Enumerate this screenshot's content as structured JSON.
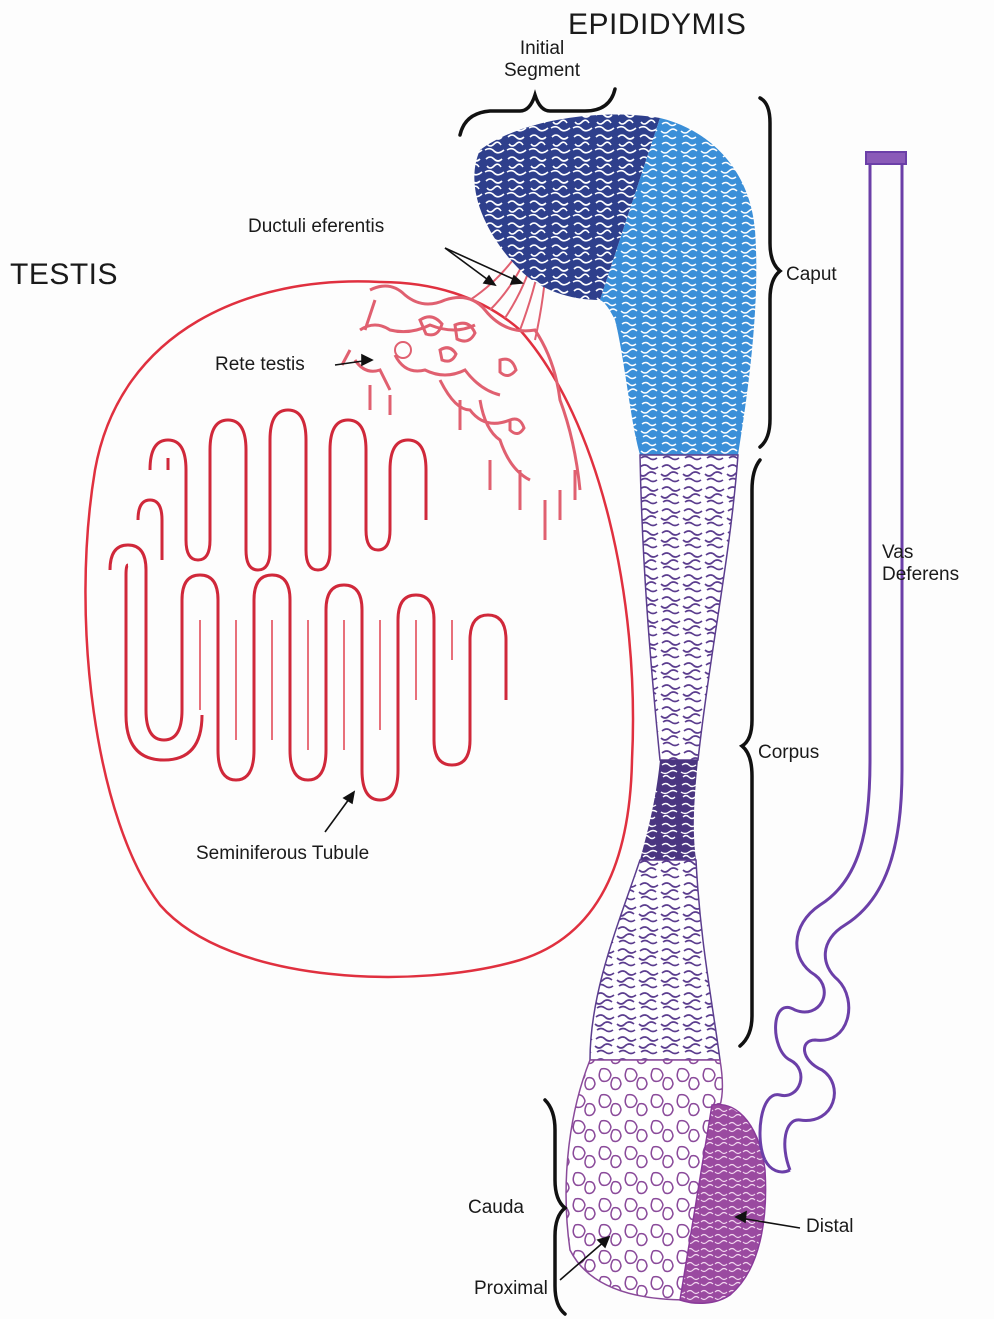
{
  "labels": {
    "epididymis": "EPIDIDYMIS",
    "initial_segment": "Initial\nSegment",
    "testis": "TESTIS",
    "ductuli": "Ductuli eferentis",
    "rete": "Rete testis",
    "caput": "Caput",
    "vas": "Vas\nDeferens",
    "corpus": "Corpus",
    "seminiferous": "Seminiferous Tubule",
    "cauda": "Cauda",
    "distal": "Distal",
    "proximal": "Proximal"
  },
  "colors": {
    "testis_red": "#e0303f",
    "initial_segment_navy": "#2e3f8c",
    "caput_blue": "#3b8fd8",
    "corpus_purple": "#5b3d8e",
    "cauda_purple": "#8a4a9a",
    "vas_purple": "#6b3fa8",
    "bracket_black": "#111111"
  }
}
